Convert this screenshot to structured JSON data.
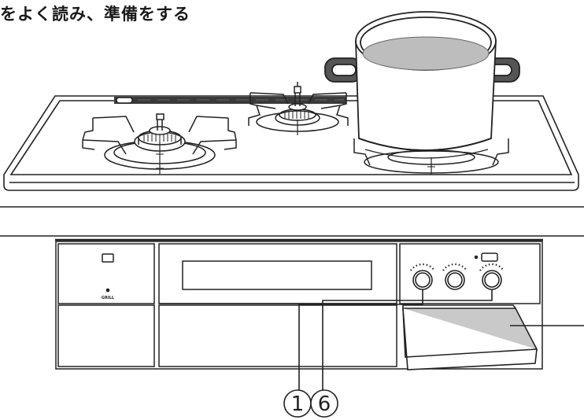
{
  "heading": "をよく読み、準備をする",
  "callouts": [
    {
      "label": "1",
      "target": "left-burner-knob"
    },
    {
      "label": "6",
      "target": "right-burner-knob"
    }
  ],
  "grill_label": "GRILL",
  "colors": {
    "line": "#222222",
    "drawer_fill": "#c9c9c9",
    "water": "#bdbdbd",
    "handle": "#555555",
    "trim": "#3a3a3a"
  }
}
